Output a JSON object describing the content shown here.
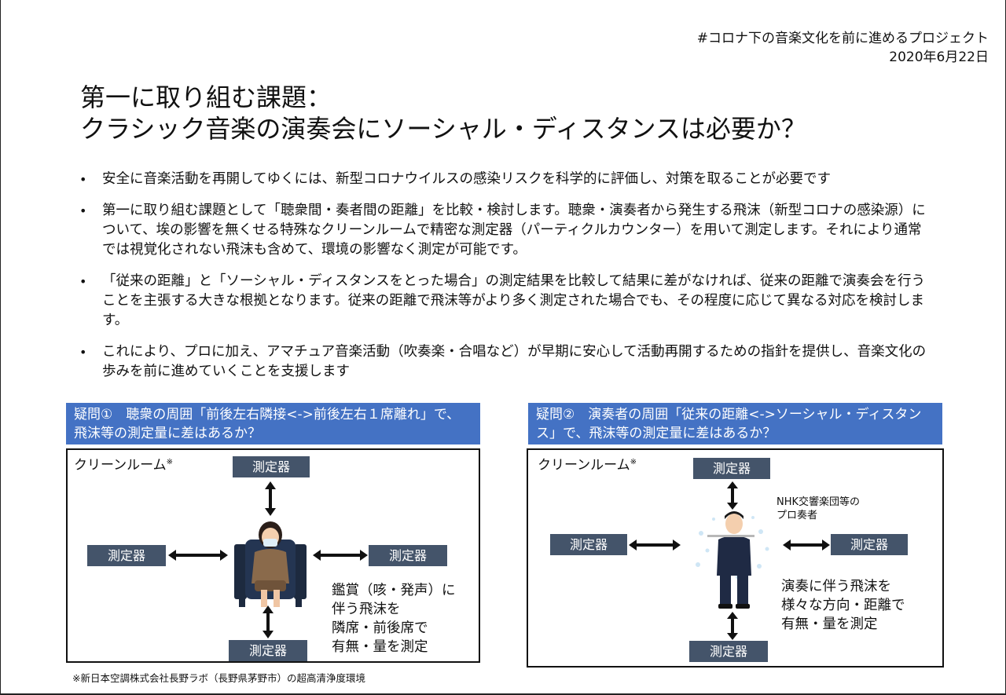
{
  "header": {
    "project": "#コロナ下の音楽文化を前に進めるプロジェクト",
    "date": "2020年6月22日"
  },
  "title": {
    "line1": "第一に取り組む課題：",
    "line2": "クラシック音楽の演奏会にソーシャル・ディスタンスは必要か？"
  },
  "bullets": [
    "安全に音楽活動を再開してゆくには、新型コロナウイルスの感染リスクを科学的に評価し、対策を取ることが必要です",
    "第一に取り組む課題として「聴衆間・奏者間の距離」を比較・検討します。聴衆・演奏者から発生する飛沫（新型コロナの感染源）について、埃の影響を無くせる特殊なクリーンルームで精密な測定器（パーティクルカウンター）を用いて測定します。それにより通常では視覚化されない飛沫も含めて、環境の影響なく測定が可能です。",
    "「従来の距離」と「ソーシャル・ディスタンスをとった場合」の測定結果を比較して結果に差がなければ、従来の距離で演奏会を行うことを主張する大きな根拠となります。従来の距離で飛沫等がより多く測定された場合でも、その程度に応じて異なる対応を検討します。",
    "これにより、プロに加え、アマチュア音楽活動（吹奏楽・合唱など）が早期に安心して活動再開するための指針を提供し、音楽文化の歩みを前に進めていくことを支援します"
  ],
  "question1": {
    "header": "疑問①　聴衆の周囲「前後左右隣接<->前後左右１席離れ」で、飛沫等の測定量に差はあるか？",
    "room_label": "クリーンルーム",
    "room_mark": "※",
    "meter_label": "測定器",
    "description": [
      "鑑賞（咳・発声）に",
      "伴う飛沫を",
      "隣席・前後席で",
      "有無・量を測定"
    ]
  },
  "question2": {
    "header": "疑問②　演奏者の周囲「従来の距離<->ソーシャル・ディスタンス」で、飛沫等の測定量に差はあるか？",
    "room_label": "クリーンルーム",
    "room_mark": "※",
    "meter_label": "測定器",
    "performer_label": [
      "NHK交響楽団等の",
      "プロ奏者"
    ],
    "description": [
      "演奏に伴う飛沫を",
      "様々な方向・距離で",
      "有無・量を測定"
    ]
  },
  "footnote": "※新日本空調株式会社長野ラボ（長野県茅野市）の超高清浄度環境",
  "colors": {
    "header_blue": "#4472c4",
    "meter_slate": "#44546a"
  }
}
